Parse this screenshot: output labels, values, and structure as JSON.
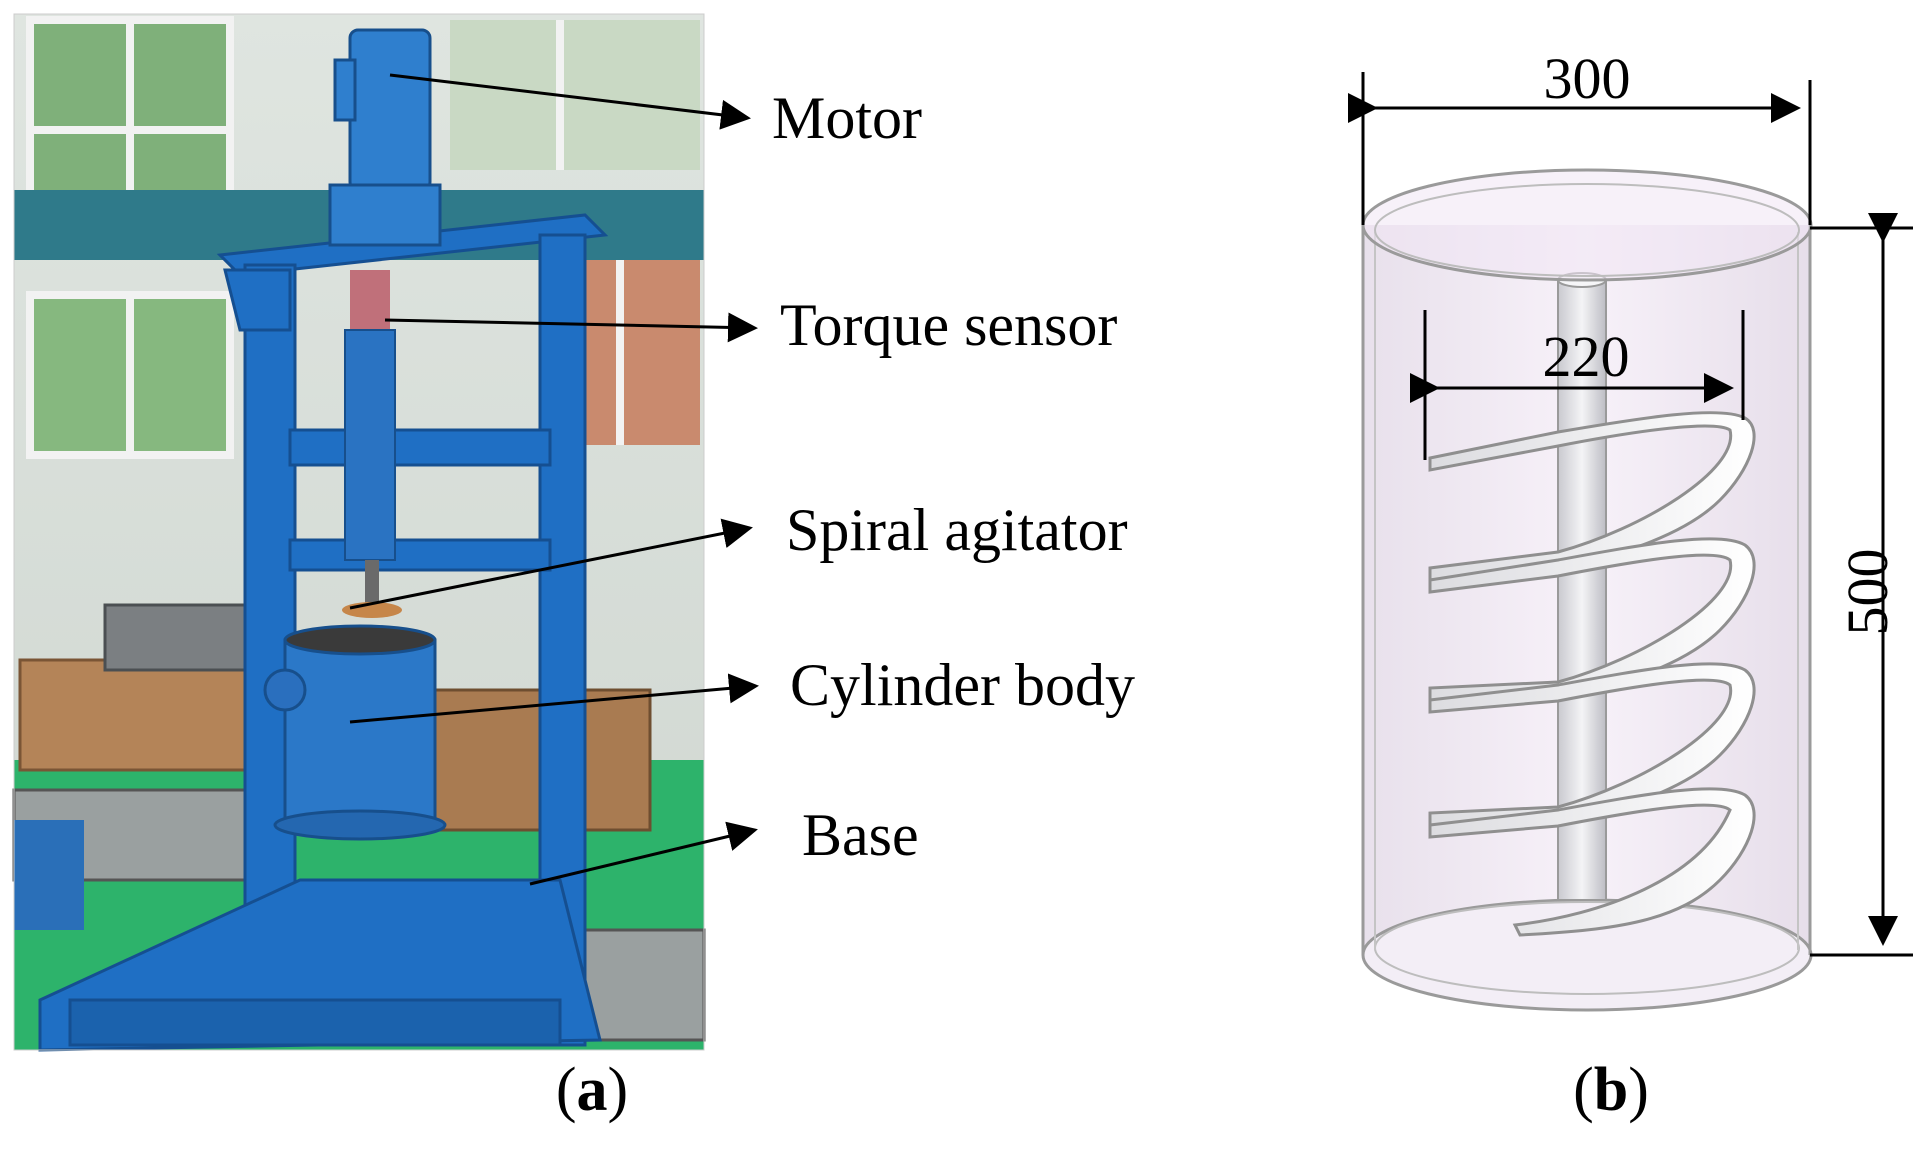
{
  "panel_a": {
    "labels": [
      "Motor",
      "Torque sensor",
      "Spiral agitator",
      "Cylinder body",
      "Base"
    ],
    "caption_letter": "a",
    "caption_open": "(",
    "caption_close": ")"
  },
  "panel_b": {
    "dim_outer_diameter": "300",
    "dim_agitator_diameter": "220",
    "dim_height": "500",
    "caption_letter": "b",
    "caption_open": "(",
    "caption_close": ")"
  },
  "colors": {
    "machine_blue": "#1f6fc4",
    "floor_green": "#2db36b",
    "wall": "#e8ebe6",
    "cylinder_tint": "#efe3f2"
  }
}
